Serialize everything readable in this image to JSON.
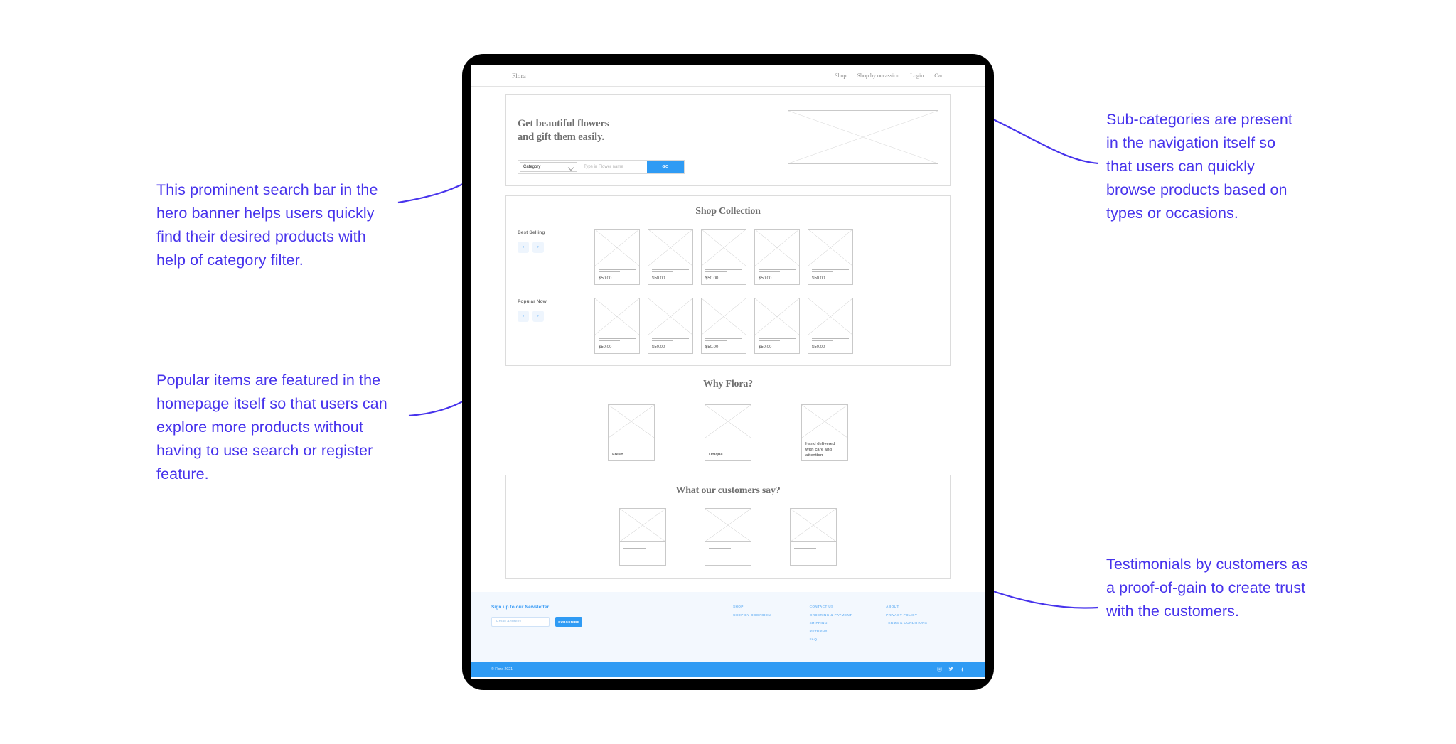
{
  "annotations": [
    {
      "id": "search",
      "text": "This prominent search bar in the hero banner helps users quickly find their desired products with help of category filter."
    },
    {
      "id": "popular",
      "text": "Popular items are featured in the homepage itself so that users can explore more products without having to use search or register feature."
    },
    {
      "id": "subcat",
      "text": "Sub-categories are present in the navigation itself so that users can quickly browse products based on types or occasions."
    },
    {
      "id": "testi",
      "text": "Testimonials by customers as a proof-of-gain to create trust with the customers."
    }
  ],
  "accent_color": "#4733ec",
  "brand_color": "#2f9bf4",
  "nav": {
    "logo": "Flora",
    "links": [
      "Shop",
      "Shop by occassion",
      "Login",
      "Cart"
    ]
  },
  "hero": {
    "title_line1": "Get beautiful flowers",
    "title_line2": "and gift them easily.",
    "search": {
      "category_value": "Category",
      "input_placeholder": "Type in Flower name",
      "go_label": "GO"
    }
  },
  "collection": {
    "title": "Shop Collection",
    "shelves": [
      {
        "label": "Best Selling",
        "prev": "‹",
        "next": "›",
        "products": [
          {
            "price": "$50.00"
          },
          {
            "price": "$50.00"
          },
          {
            "price": "$50.00"
          },
          {
            "price": "$50.00"
          },
          {
            "price": "$50.00"
          }
        ]
      },
      {
        "label": "Popular Now",
        "prev": "‹",
        "next": "›",
        "products": [
          {
            "price": "$50.00"
          },
          {
            "price": "$50.00"
          },
          {
            "price": "$50.00"
          },
          {
            "price": "$50.00"
          },
          {
            "price": "$50.00"
          }
        ]
      }
    ]
  },
  "why": {
    "title": "Why Flora?",
    "cards": [
      {
        "text": "Fresh"
      },
      {
        "text": "Unique"
      },
      {
        "text": "Hand delivered with care and attention"
      }
    ]
  },
  "testimonials": {
    "title": "What our customers say?",
    "cards": [
      {},
      {},
      {}
    ]
  },
  "footer": {
    "newsletter": {
      "title": "Sign up to our Newsletter",
      "input_placeholder": "Email Address",
      "button_label": "SUBSCRIBE"
    },
    "columns": [
      {
        "links": [
          "SHOP",
          "SHOP BY OCCASION"
        ]
      },
      {
        "links": [
          "CONTACT US",
          "ORDERING & PAYMENT",
          "SHIPPING",
          "RETURNS",
          "FAQ"
        ]
      },
      {
        "links": [
          "ABOUT",
          "PRIVACY POLICY",
          "TERMS & CONDITIONS"
        ]
      }
    ],
    "copyright": "© Flora 2021",
    "socials": [
      "instagram-icon",
      "twitter-icon",
      "facebook-icon"
    ]
  }
}
